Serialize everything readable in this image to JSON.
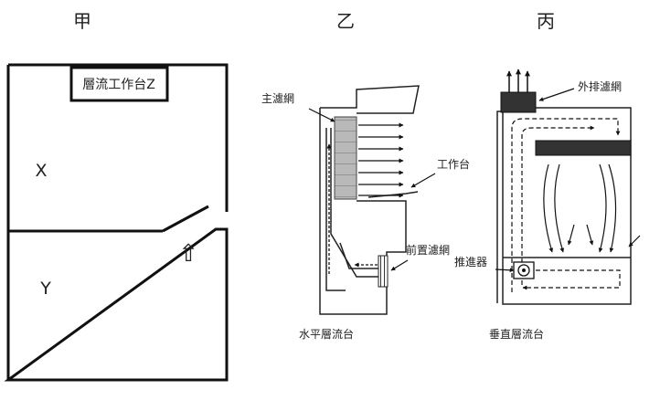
{
  "panels": {
    "jia": {
      "title": "甲",
      "bench_label": "層流工作台Z",
      "room_upper": "X",
      "room_lower": "Y",
      "arrow": "⇧"
    },
    "yi": {
      "title": "乙",
      "main_filter": "主濾網",
      "work_surface": "工作台",
      "pre_filter": "前置濾網",
      "caption": "水平層流台"
    },
    "bing": {
      "title": "丙",
      "exhaust_filter": "外排濾網",
      "blower": "推進器",
      "caption": "垂直層流台"
    }
  },
  "colors": {
    "line": "#111111",
    "filter_fill": "#b9b9b9",
    "dark_filter": "#333333"
  }
}
